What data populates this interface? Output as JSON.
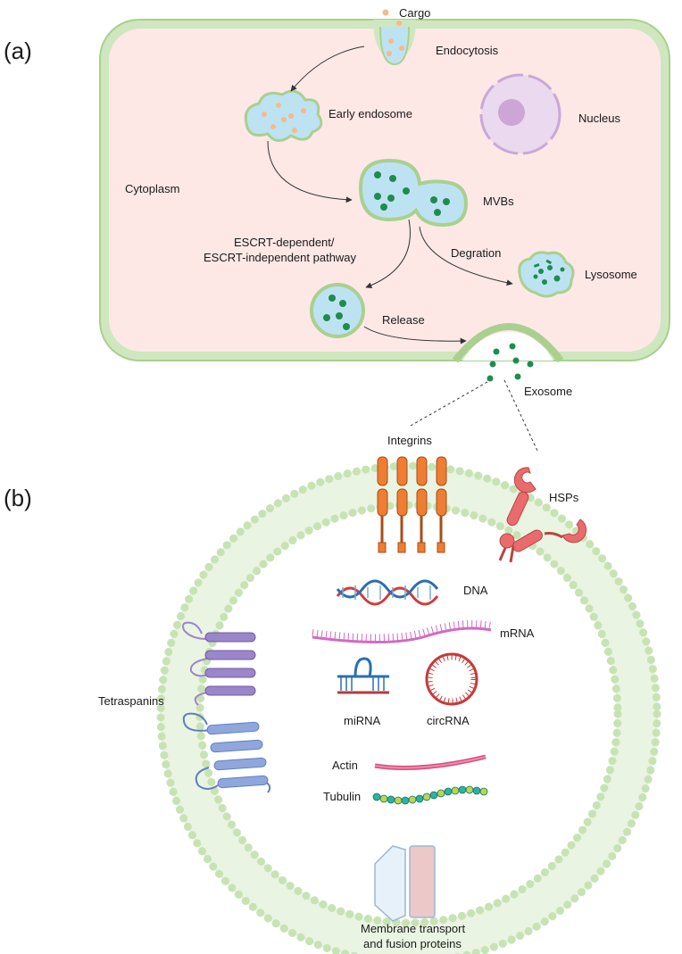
{
  "panels": {
    "a": "(a)",
    "b": "(b)"
  },
  "cell": {
    "cargo": "Cargo",
    "endocytosis": "Endocytosis",
    "early_endosome": "Early endosome",
    "nucleus": "Nucleus",
    "cytoplasm": "Cytoplasm",
    "mvbs": "MVBs",
    "pathway_line1": "ESCRT-dependent/",
    "pathway_line2": "ESCRT-independent pathway",
    "degration": "Degration",
    "lysosome": "Lysosome",
    "release": "Release",
    "exosome": "Exosome"
  },
  "exosome": {
    "integrins": "Integrins",
    "hsps": "HSPs",
    "dna": "DNA",
    "mrna": "mRNA",
    "mirna": "miRNA",
    "circrna": "circRNA",
    "tetraspanins": "Tetraspanins",
    "actin": "Actin",
    "tubulin": "Tubulin",
    "membrane_line1": "Membrane transport",
    "membrane_line2": "and fusion proteins"
  },
  "colors": {
    "membrane_green": "#c7e3b4",
    "cytoplasm_pink": "#fde8e6",
    "vesicle_blue": "#bde3f2",
    "cargo_orange": "#f6b98a",
    "exosome_green": "#1e8c4e",
    "integrin_orange": "#ef7d32",
    "hsp_red": "#ea6b6b",
    "tetraspanin_purple": "#9b86c9",
    "tetraspanin_blue": "#8fa7dd",
    "mrna_pink": "#d36ac2",
    "nucleus_purple": "#ead9ef"
  }
}
